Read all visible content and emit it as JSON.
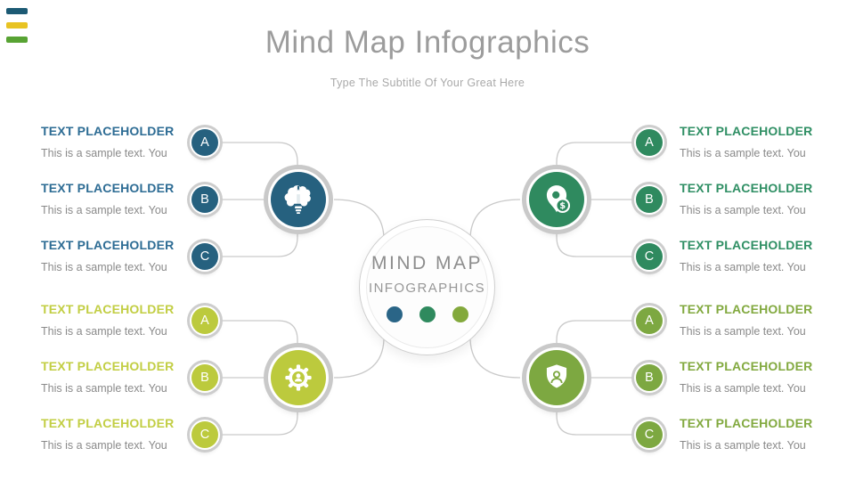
{
  "slide": {
    "title": "Mind Map Infographics",
    "subtitle": "Type The Subtitle Of Your Great Here"
  },
  "decoration": {
    "bar_colors": [
      "#1c5a74",
      "#e8c322",
      "#58a333"
    ]
  },
  "center": {
    "title_line1": "MIND MAP",
    "title_line2": "INFOGRAPHICS",
    "dot_colors": [
      "#2a6587",
      "#2f8a5e",
      "#83a93c"
    ]
  },
  "colors": {
    "connector": "#c9c9c9",
    "ring_gray": "#c9c9c9",
    "title": "#9c9c9c",
    "subtitle": "#a9a9a9",
    "body_text": "#8a8a8a"
  },
  "branches": [
    {
      "id": "top-left",
      "icon": "brain-idea-icon",
      "color": "#26617f",
      "heading_color": "#2d6c94",
      "items": [
        {
          "label": "A",
          "heading": "TEXT PLACEHOLDER",
          "body": "This is a sample text. You"
        },
        {
          "label": "B",
          "heading": "TEXT PLACEHOLDER",
          "body": "This is a sample text. You"
        },
        {
          "label": "C",
          "heading": "TEXT PLACEHOLDER",
          "body": "This is a sample text. You"
        }
      ]
    },
    {
      "id": "top-right",
      "icon": "money-location-icon",
      "color": "#2f8a5f",
      "heading_color": "#2f8f64",
      "items": [
        {
          "label": "A",
          "heading": "TEXT PLACEHOLDER",
          "body": "This is a sample text. You"
        },
        {
          "label": "B",
          "heading": "TEXT PLACEHOLDER",
          "body": "This is a sample text. You"
        },
        {
          "label": "C",
          "heading": "TEXT PLACEHOLDER",
          "body": "This is a sample text. You"
        }
      ]
    },
    {
      "id": "bottom-left",
      "icon": "gear-person-icon",
      "color": "#bcca3d",
      "heading_color": "#c2ce43",
      "items": [
        {
          "label": "A",
          "heading": "TEXT PLACEHOLDER",
          "body": "This is a sample text. You"
        },
        {
          "label": "B",
          "heading": "TEXT PLACEHOLDER",
          "body": "This is a sample text. You"
        },
        {
          "label": "C",
          "heading": "TEXT PLACEHOLDER",
          "body": "This is a sample text. You"
        }
      ]
    },
    {
      "id": "bottom-right",
      "icon": "shield-person-icon",
      "color": "#7da841",
      "heading_color": "#82a93f",
      "items": [
        {
          "label": "A",
          "heading": "TEXT PLACEHOLDER",
          "body": "This is a sample text. You"
        },
        {
          "label": "B",
          "heading": "TEXT PLACEHOLDER",
          "body": "This is a sample text. You"
        },
        {
          "label": "C",
          "heading": "TEXT PLACEHOLDER",
          "body": "This is a sample text. You"
        }
      ]
    }
  ]
}
